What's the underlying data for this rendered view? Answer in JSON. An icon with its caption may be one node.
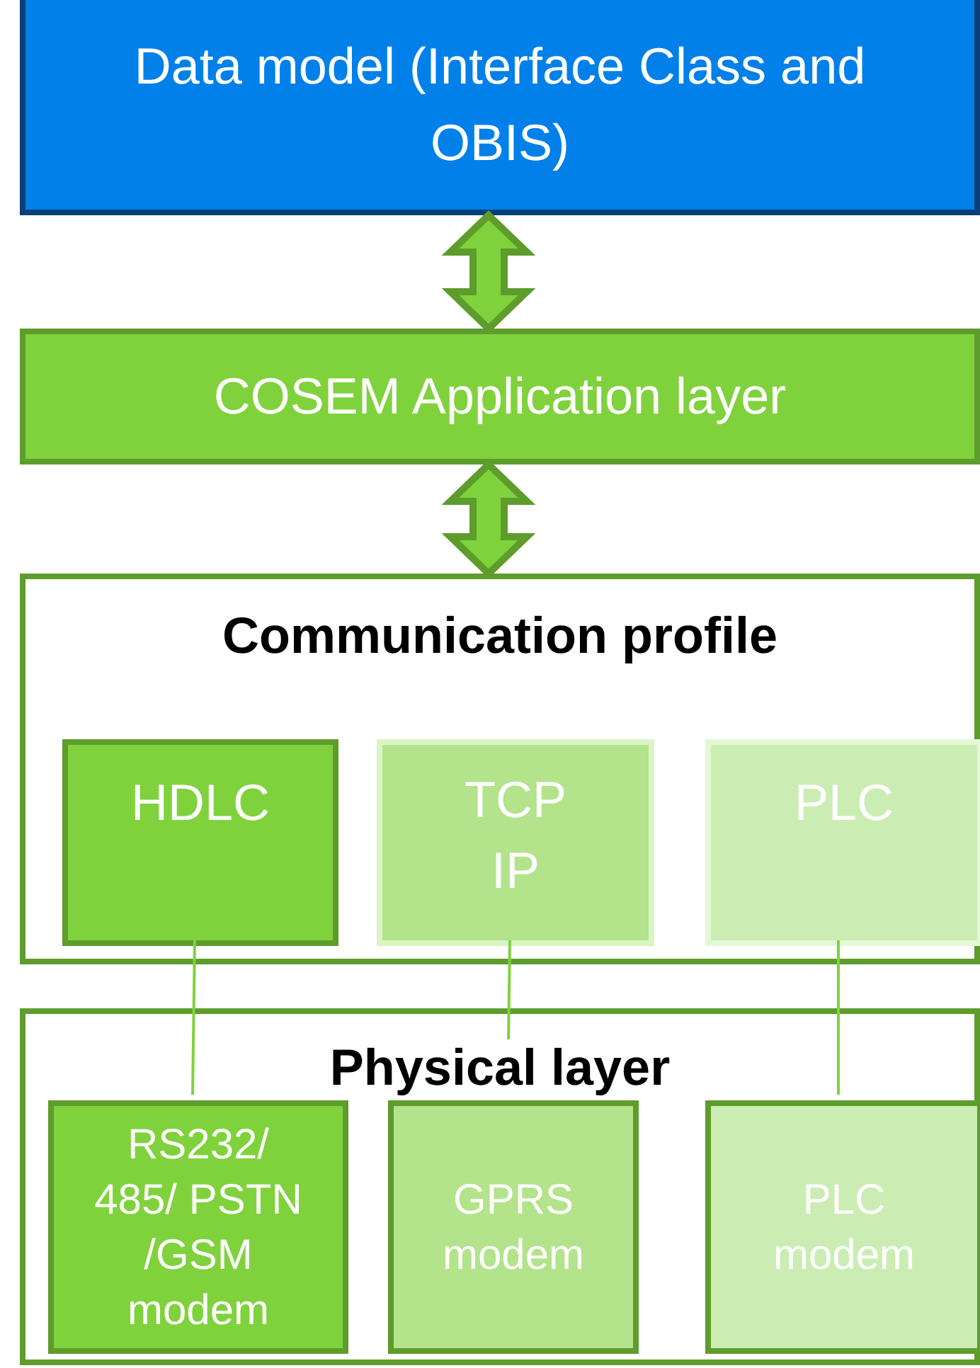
{
  "diagram": {
    "nodes": [
      {
        "text": [
          "Data model (Interface Class and OBIS)"
        ]
      },
      {
        "text": [
          "COSEM Application layer"
        ]
      },
      {
        "text": [
          "Communication profile"
        ]
      },
      {
        "text": [
          "HDLC"
        ],
        "in": 2
      },
      {
        "text": [
          "TCP IP"
        ],
        "in": 2
      },
      {
        "text": [
          "PLC"
        ],
        "in": 2
      },
      {
        "text": [
          "Physical layer"
        ]
      },
      {
        "text": [
          "RS232/ 485/ PSTN /GSM modem"
        ],
        "in": 6
      },
      {
        "text": [
          "GPRS modem"
        ],
        "in": 6
      },
      {
        "text": [
          "PLC modem"
        ],
        "in": 6
      }
    ],
    "edges": [
      {
        "from": 0,
        "to": 1,
        "arrow": "both",
        "style": "thick"
      },
      {
        "from": 1,
        "to": 2,
        "arrow": "both",
        "style": "thick"
      },
      {
        "from": 3,
        "to": 7,
        "arrow": "none"
      },
      {
        "from": 4,
        "to": 8,
        "arrow": "none"
      },
      {
        "from": 5,
        "to": 9,
        "arrow": "none"
      }
    ]
  }
}
